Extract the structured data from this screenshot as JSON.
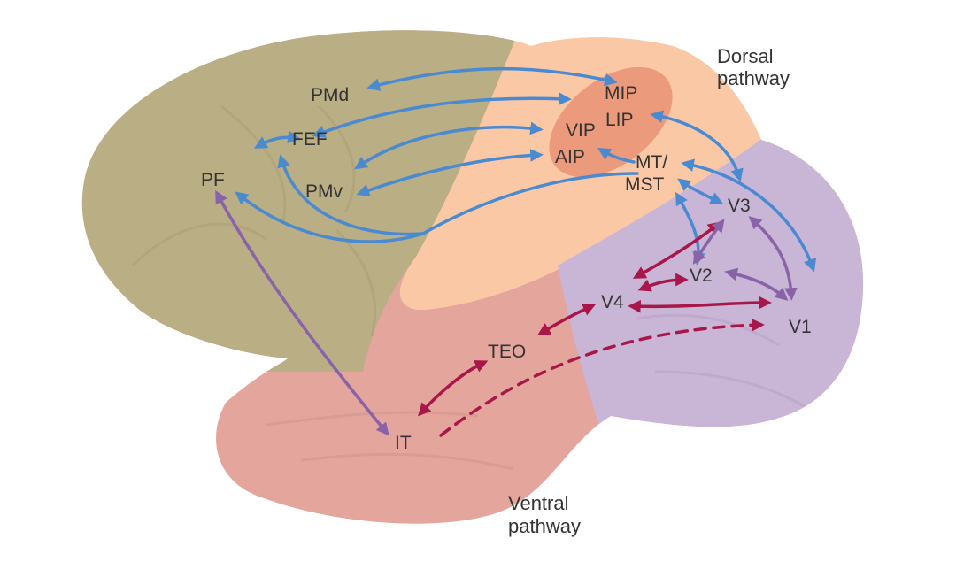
{
  "pathways": {
    "dorsal": {
      "line1": "Dorsal",
      "line2": "pathway"
    },
    "ventral": {
      "line1": "Ventral",
      "line2": "pathway"
    }
  },
  "areas": {
    "pmd": "PMd",
    "fef": "FEF",
    "pf": "PF",
    "pmv": "PMv",
    "mip": "MIP",
    "lip": "LIP",
    "vip": "VIP",
    "aip": "AIP",
    "mt": "MT/",
    "mst": "MST",
    "v3": "V3",
    "v2": "V2",
    "v4": "V4",
    "v1": "V1",
    "teo": "TEO",
    "it": "IT"
  },
  "colors": {
    "frontal": "#b9ae84",
    "parietal": "#fbc8a6",
    "occipital": "#c9b5d6",
    "temporal": "#e4a59d",
    "parietal_core": "#ec9a7c",
    "dorsal_arrow": "#4a8ad1",
    "ventral_arrow": "#a8164a",
    "cross_arrow": "#8a62a8"
  }
}
